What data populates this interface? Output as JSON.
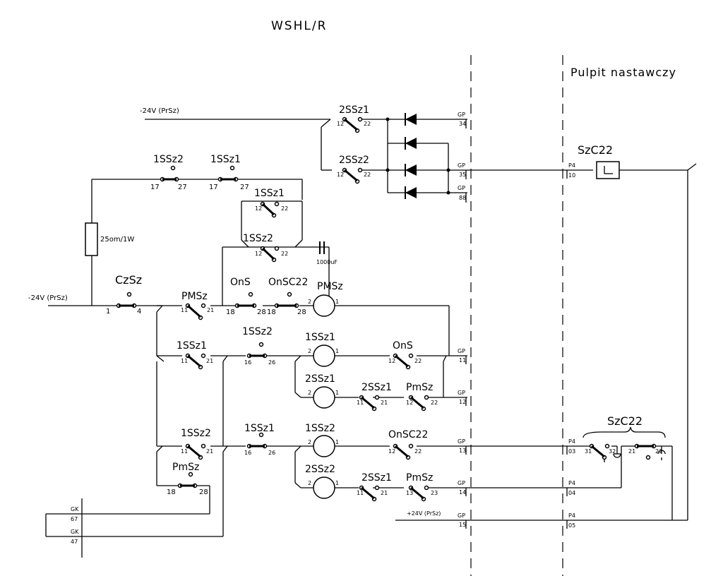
{
  "title": "WSHL/R",
  "panel_label": "Pulpit nastawczy",
  "supply_minus_1": "-24V (PrSz)",
  "supply_minus_2": "-24V (PrSz)",
  "supply_plus": "+24V (PrSz)",
  "resistor": "25om/1W",
  "capacitor": "1000uF",
  "connectors": {
    "gp34": {
      "name": "GP",
      "pin": "34"
    },
    "gp35": {
      "name": "GP",
      "pin": "35"
    },
    "gp88": {
      "name": "GP",
      "pin": "88"
    },
    "gp11": {
      "name": "GP",
      "pin": "11"
    },
    "gp12": {
      "name": "GP",
      "pin": "12"
    },
    "gp13": {
      "name": "GP",
      "pin": "13"
    },
    "gp14": {
      "name": "GP",
      "pin": "14"
    },
    "gp15": {
      "name": "GP",
      "pin": "15"
    },
    "p410": {
      "name": "P4",
      "pin": "10"
    },
    "p403": {
      "name": "P4",
      "pin": "03"
    },
    "p404": {
      "name": "P4",
      "pin": "04"
    },
    "p405": {
      "name": "P4",
      "pin": "05"
    },
    "gk67": {
      "name": "GK",
      "pin": "67"
    },
    "gk47": {
      "name": "GK",
      "pin": "47"
    }
  },
  "contacts": {
    "s2ssz1_top": {
      "label": "2SSz1",
      "a": "12",
      "b": "22"
    },
    "s2ssz2_top": {
      "label": "2SSz2",
      "a": "12",
      "b": "22"
    },
    "s1ssz2_17": {
      "label": "1SSz2",
      "a": "17",
      "b": "27"
    },
    "s1ssz1_17": {
      "label": "1SSz1",
      "a": "17",
      "b": "27"
    },
    "s1ssz1_12": {
      "label": "1SSz1",
      "a": "12",
      "b": "22"
    },
    "s1ssz2_12": {
      "label": "1SSz2",
      "a": "12",
      "b": "22"
    },
    "czsz": {
      "label": "CzSz",
      "a": "1",
      "b": "4"
    },
    "pmsz_11": {
      "label": "PMSz",
      "a": "11",
      "b": "21"
    },
    "ons_18": {
      "label": "OnS",
      "a": "18",
      "b": "28"
    },
    "onsc22_18": {
      "label": "OnSC22",
      "a": "18",
      "b": "28"
    },
    "s1ssz1_11": {
      "label": "1SSz1",
      "a": "11",
      "b": "21"
    },
    "s1ssz2_16": {
      "label": "1SSz2",
      "a": "16",
      "b": "26"
    },
    "ons_12": {
      "label": "OnS",
      "a": "12",
      "b": "22"
    },
    "s2ssz1_11": {
      "label": "2SSz1",
      "a": "11",
      "b": "21"
    },
    "pmsz_12": {
      "label": "PmSz",
      "a": "12",
      "b": "22"
    },
    "s1ssz2_11": {
      "label": "1SSz2",
      "a": "11",
      "b": "21"
    },
    "s1ssz1_16": {
      "label": "1SSz1",
      "a": "16",
      "b": "26"
    },
    "onsc22_12": {
      "label": "OnSC22",
      "a": "12",
      "b": "22"
    },
    "pmsz_18": {
      "label": "PmSz",
      "a": "18",
      "b": "28"
    },
    "s2ssz1_11b": {
      "label": "2SSz1",
      "a": "11",
      "b": "21"
    },
    "pmsz_13": {
      "label": "PmSz",
      "a": "13",
      "b": "23"
    },
    "szc22_31": {
      "a": "31",
      "b": "32"
    },
    "szc22_21": {
      "a": "21",
      "b": "22"
    }
  },
  "relays": {
    "pmsz": {
      "label": "PMSz",
      "a": "2",
      "b": "1"
    },
    "r1ssz1": {
      "label": "1SSz1",
      "a": "2",
      "b": "1"
    },
    "r2ssz1": {
      "label": "2SSz1",
      "a": "2",
      "b": "1"
    },
    "r1ssz2": {
      "label": "1SSz2",
      "a": "2",
      "b": "1"
    },
    "r2ssz2": {
      "label": "2SSz2",
      "a": "2",
      "b": "1"
    }
  },
  "szc22_indicator": "SzC22",
  "szc22_switch": "SzC22"
}
